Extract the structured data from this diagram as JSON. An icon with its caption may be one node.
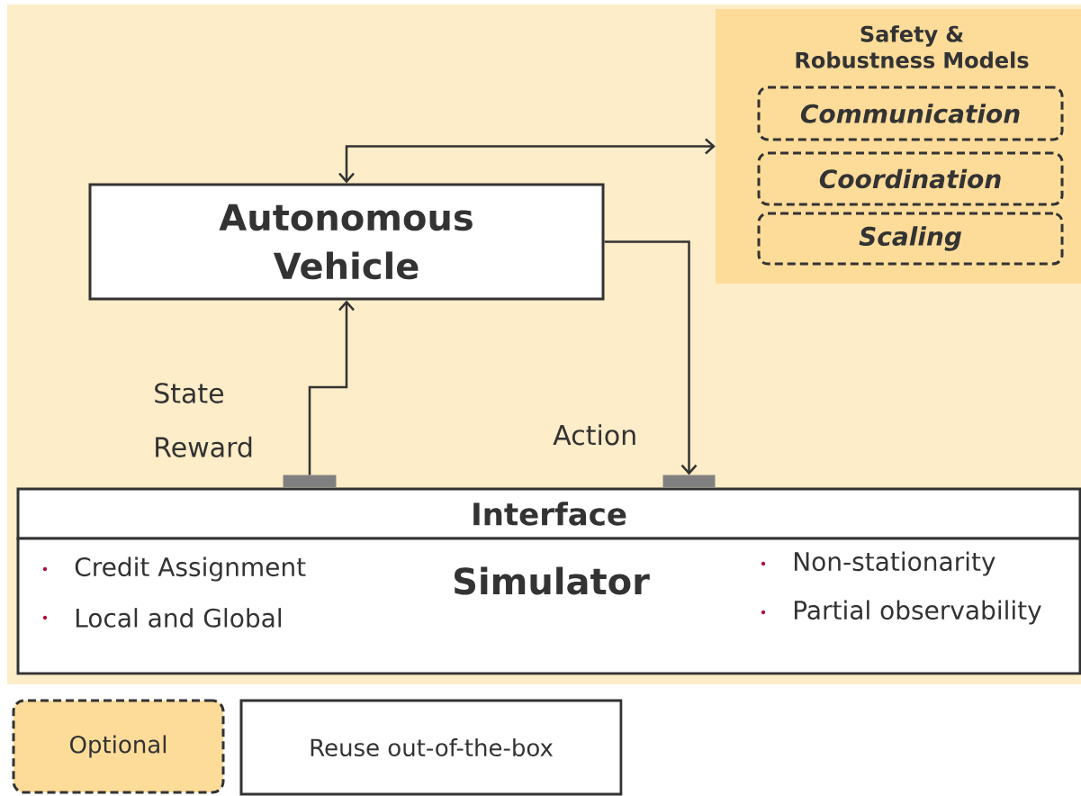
{
  "diagram": {
    "nodes": [
      {
        "text": [
          "Safety & Robustness Models"
        ]
      },
      {
        "text": [
          "Communication"
        ],
        "in": 0
      },
      {
        "text": [
          "Coordination"
        ],
        "in": 0
      },
      {
        "text": [
          "Scaling"
        ],
        "in": 0
      },
      {
        "text": [
          "Autonomous Vehicle"
        ]
      },
      {
        "text": [
          "Interface"
        ]
      },
      {
        "text": [
          "Credit Assignment",
          "Local and Global",
          "Simulator",
          "Non-stationarity",
          "Partial observability"
        ]
      },
      {
        "text": [],
        "shape": "bar"
      },
      {
        "text": [],
        "shape": "bar"
      }
    ],
    "edges": [
      {
        "from": 4,
        "to": 0,
        "arrow": "both"
      },
      {
        "from": 7,
        "to": 4,
        "arrow": "to",
        "label": "State Reward"
      },
      {
        "from": 4,
        "to": 8,
        "arrow": "to",
        "label": "Action"
      }
    ],
    "legend": [
      {
        "text": "Optional",
        "color": "#fddc9a"
      },
      {
        "text": "Reuse out-of-the-box"
      }
    ]
  }
}
